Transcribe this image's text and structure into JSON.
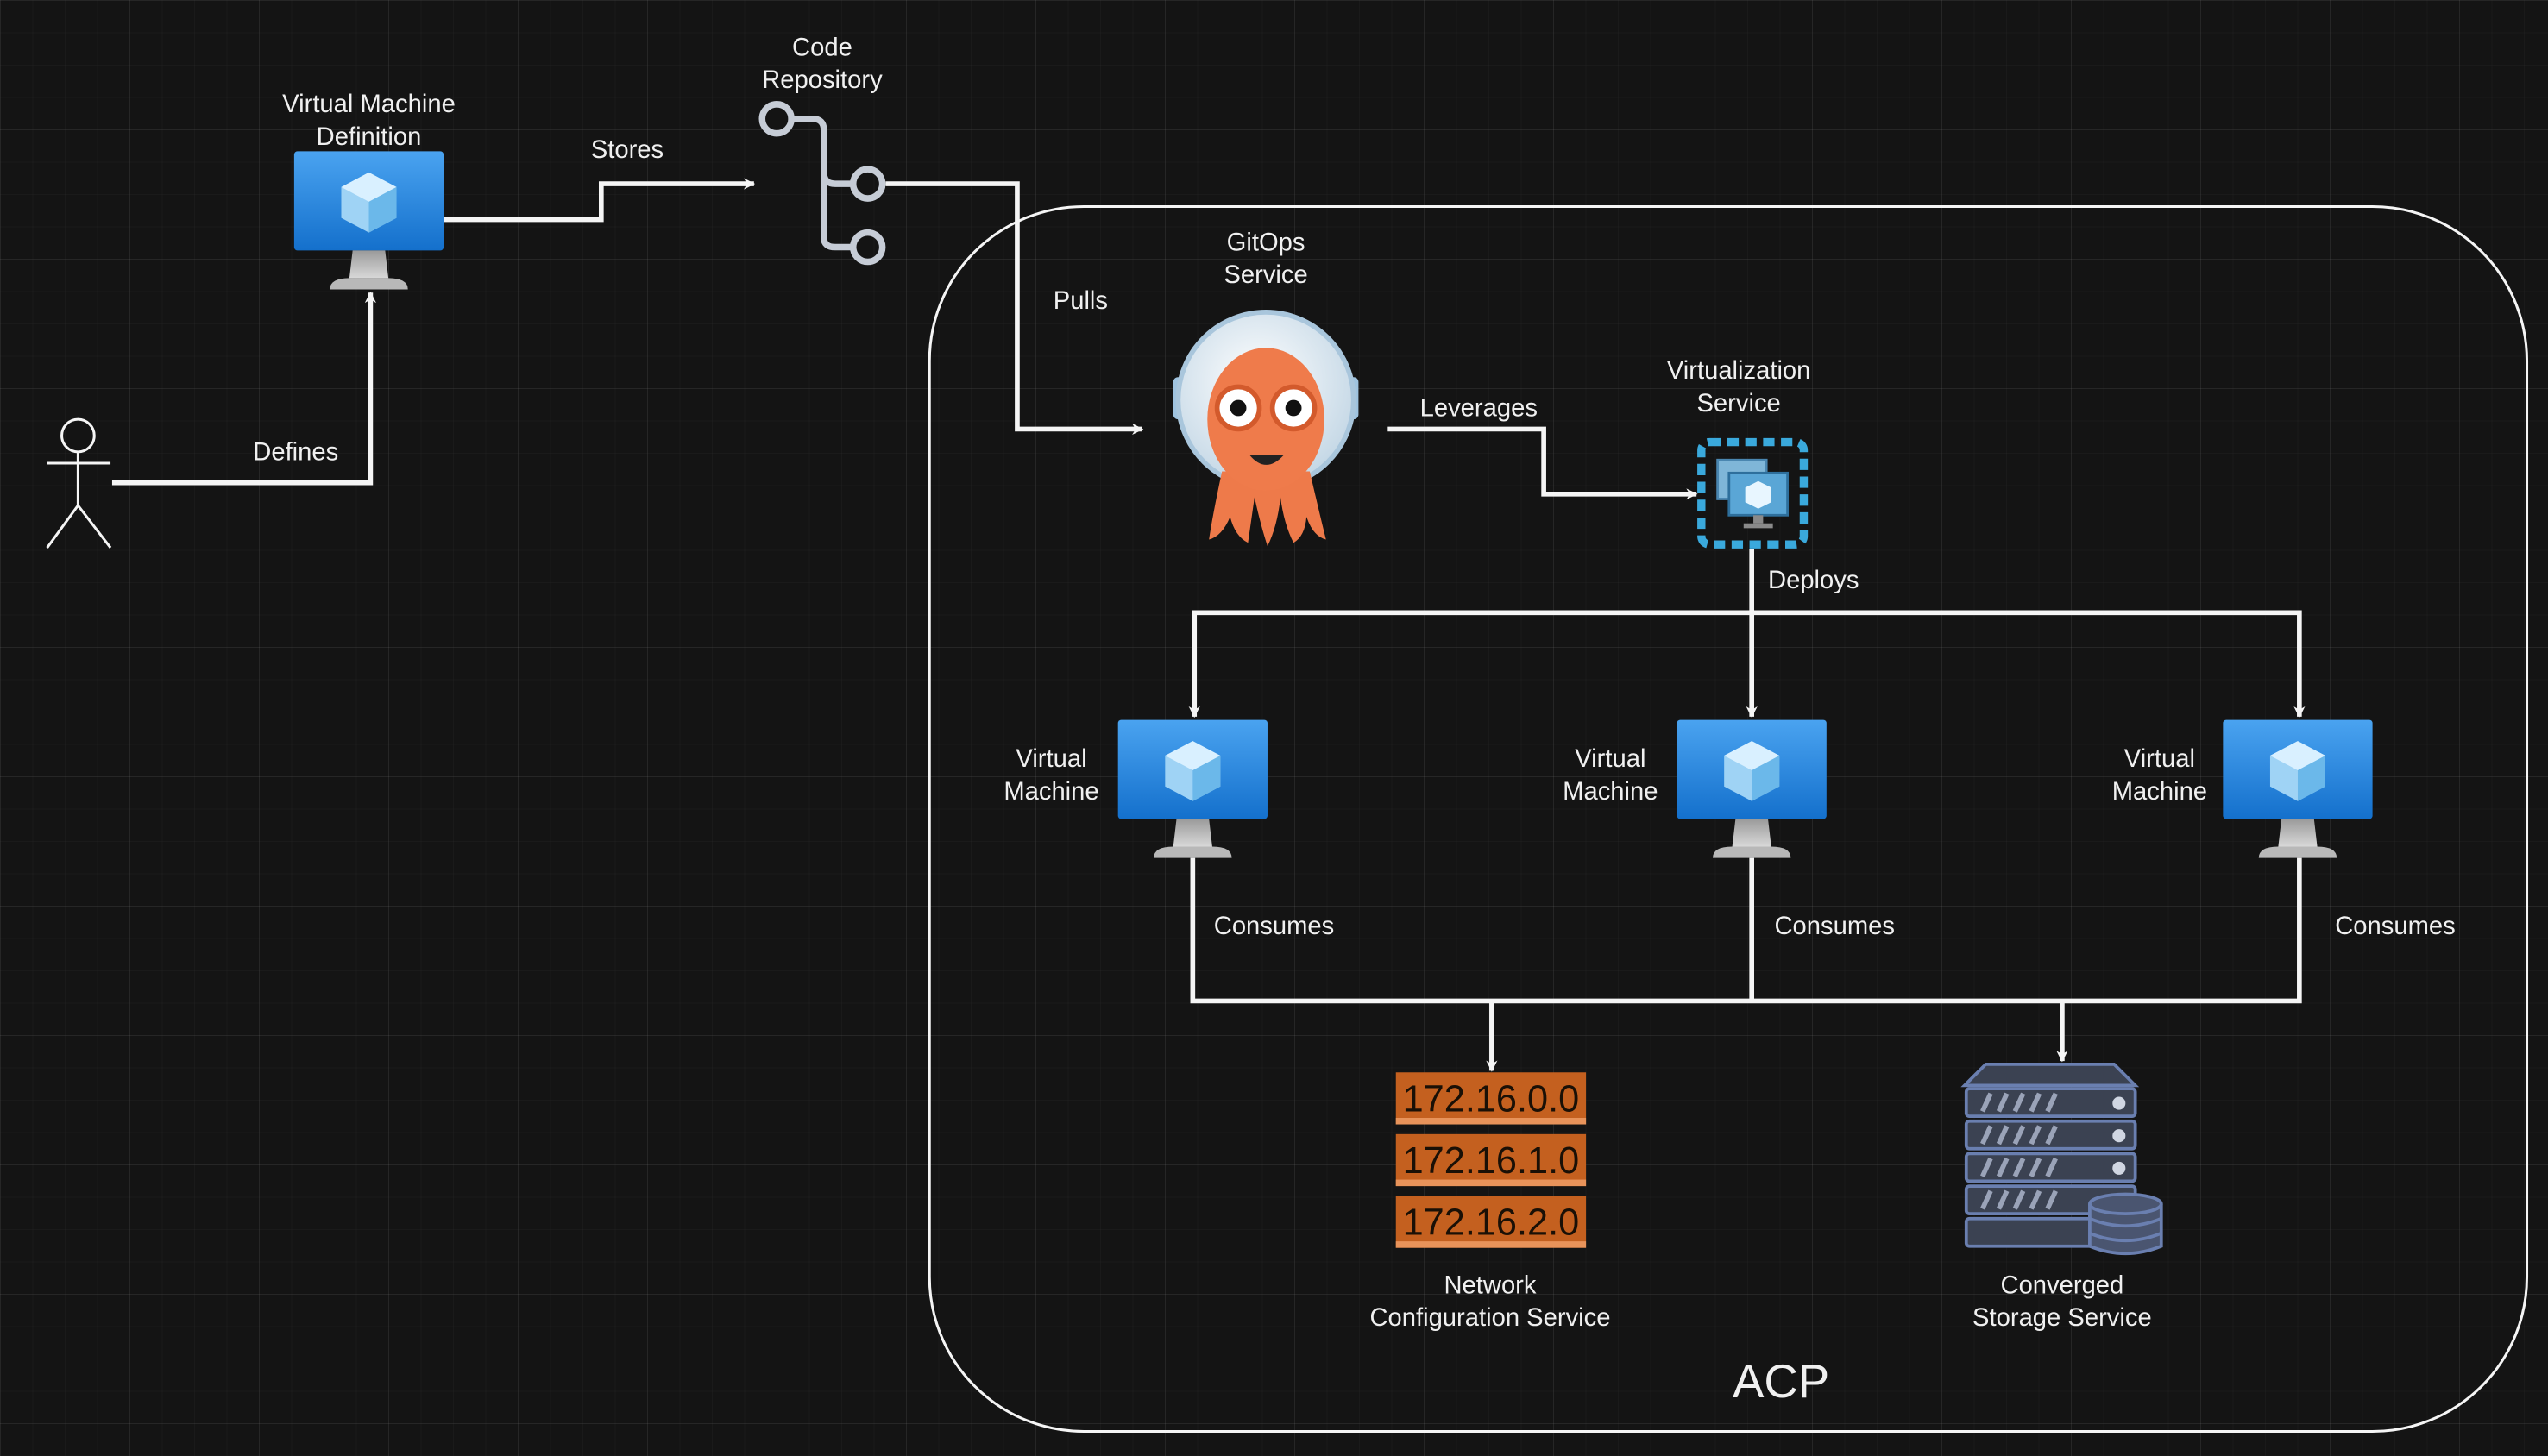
{
  "labels": {
    "code_repository_line1": "Code",
    "code_repository_line2": "Repository",
    "vm_definition_line1": "Virtual Machine",
    "vm_definition_line2": "Definition",
    "gitops_line1": "GitOps",
    "gitops_line2": "Service",
    "virtualization_line1": "Virtualization",
    "virtualization_line2": "Service",
    "vm1_line1": "Virtual",
    "vm1_line2": "Machine",
    "vm2_line1": "Virtual",
    "vm2_line2": "Machine",
    "vm3_line1": "Virtual",
    "vm3_line2": "Machine",
    "network_line1": "Network",
    "network_line2": "Configuration Service",
    "storage_line1": "Converged",
    "storage_line2": "Storage Service",
    "container": "ACP"
  },
  "edges": {
    "stores": "Stores",
    "defines": "Defines",
    "pulls": "Pulls",
    "leverages": "Leverages",
    "deploys": "Deploys",
    "consumes_1": "Consumes",
    "consumes_2": "Consumes",
    "consumes_3": "Consumes"
  },
  "network_ips": [
    "172.16.0.0",
    "172.16.1.0",
    "172.16.2.0"
  ],
  "icons": {
    "actor": "stick-figure-icon",
    "vm": "virtual-machine-monitor-icon",
    "repo": "git-branch-icon",
    "gitops": "argo-octopus-icon",
    "virtualization": "virtualization-icon",
    "network": "ip-address-stack-icon",
    "storage": "server-rack-storage-icon"
  },
  "colors": {
    "background": "#141414",
    "line": "#f5f5f5",
    "vm_blue": "#1e88e5",
    "ip_orange": "#c4601f",
    "storage_slate": "#4a5570",
    "virtualization_cyan": "#3aa9dc",
    "gitops_orange": "#ee7a4a"
  }
}
